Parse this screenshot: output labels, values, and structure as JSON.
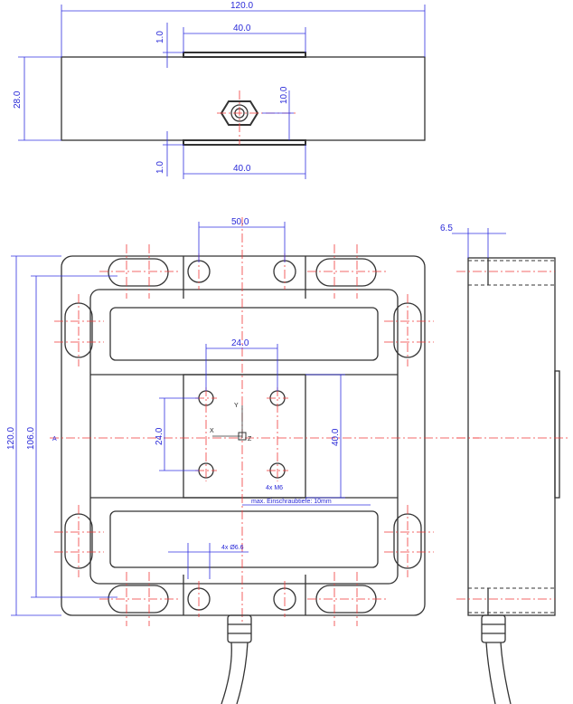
{
  "top_view": {
    "width": "120.0",
    "pad_thickness_top": "1.0",
    "pad_width_top": "40.0",
    "height": "28.0",
    "gland_offset": "10.0",
    "pad_thickness_bottom": "1.0",
    "pad_width_bottom": "40.0"
  },
  "front_view": {
    "hole_spacing": "50.0",
    "m6_spacing_x": "24.0",
    "m6_spacing_y": "24.0",
    "center_block": "40.0",
    "overall_height": "120.0",
    "hole_pitch": "106.0",
    "thread_note": "4x M6",
    "depth_note": "max. Einschraubtiefe: 10mm",
    "through_hole_note": "4x Ø6.6",
    "axis_x": "X",
    "axis_y": "Y",
    "axis_z": "Z",
    "datum": "A"
  },
  "side_view": {
    "offset": "6.5"
  },
  "colors": {
    "outline": "#333333",
    "centerline": "#f03a3a",
    "dimension": "#3030e0"
  }
}
